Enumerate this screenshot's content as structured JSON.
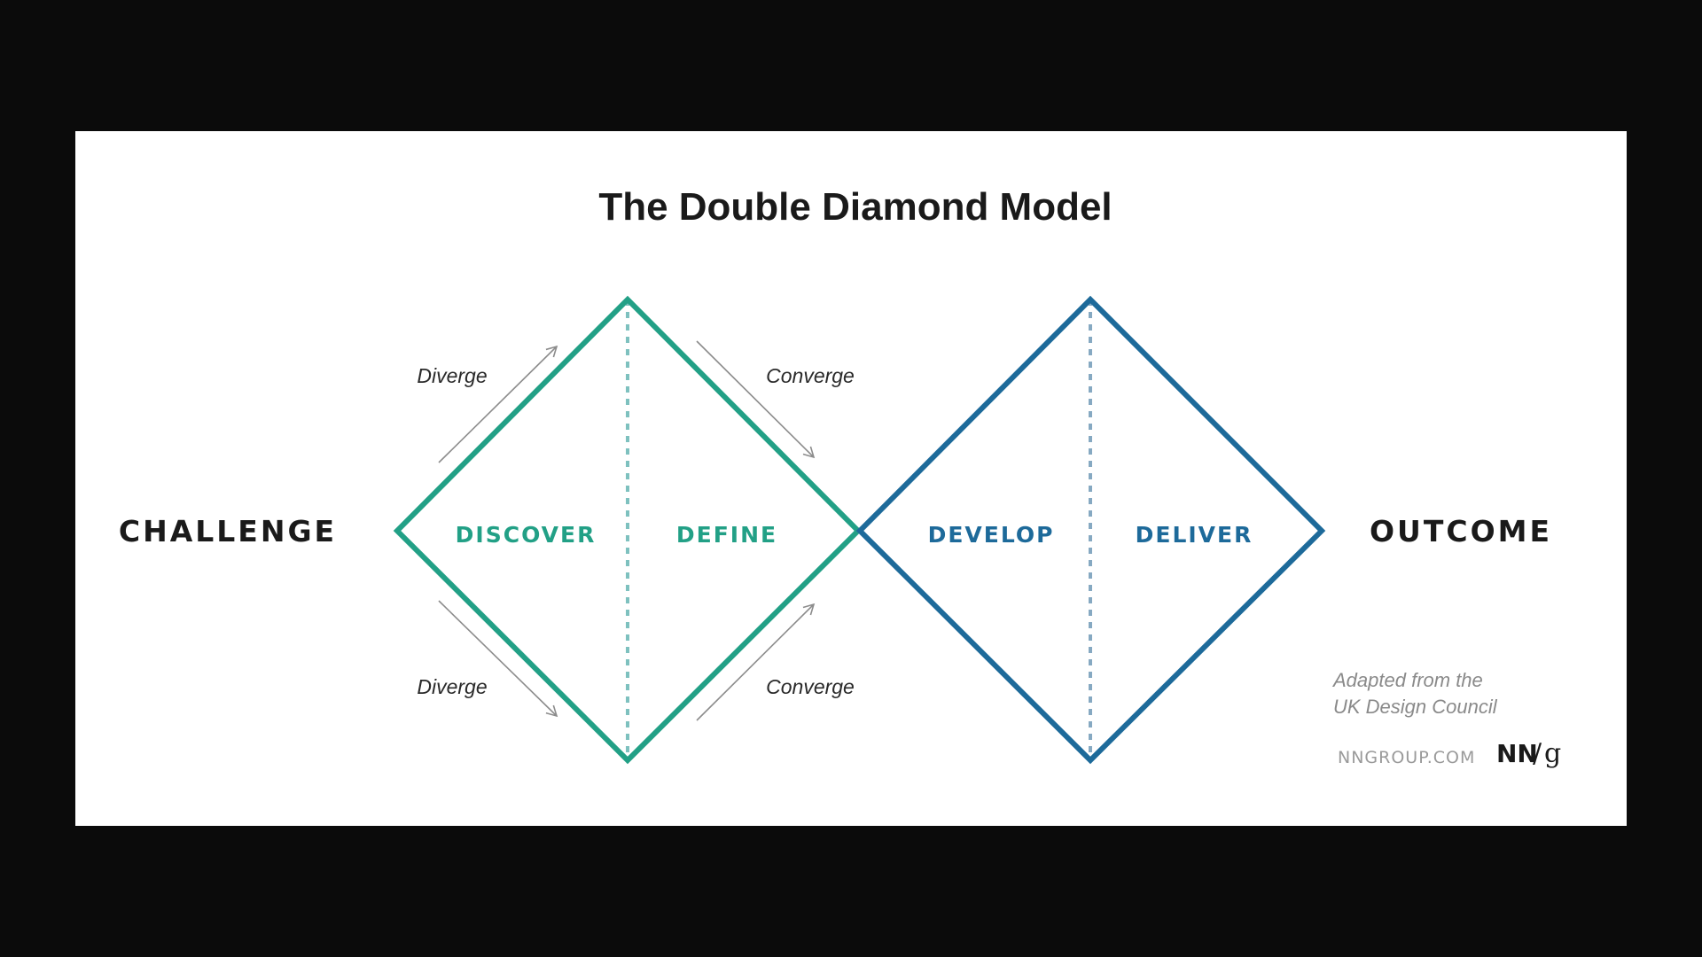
{
  "title": "The Double Diamond Model",
  "endpoints": {
    "start": "CHALLENGE",
    "end": "OUTCOME"
  },
  "diamonds": [
    {
      "color": "#22a086",
      "divider_color": "#7ec1bf",
      "phases": [
        "DISCOVER",
        "DEFINE"
      ]
    },
    {
      "color": "#1d6a9a",
      "divider_color": "#86a9c2",
      "phases": [
        "DEVELOP",
        "DELIVER"
      ]
    }
  ],
  "annotations": {
    "top_left": "Diverge",
    "top_right": "Converge",
    "bottom_left": "Diverge",
    "bottom_right": "Converge"
  },
  "credit": {
    "line1": "Adapted from the",
    "line2": "UK Design Council"
  },
  "brand": {
    "site": "NNGROUP.COM",
    "logo_nn": "NN",
    "logo_slash": "/",
    "logo_g": "g"
  },
  "colors": {
    "background": "#0b0b0b",
    "canvas": "#ffffff",
    "arrow": "#8c8c8c"
  }
}
